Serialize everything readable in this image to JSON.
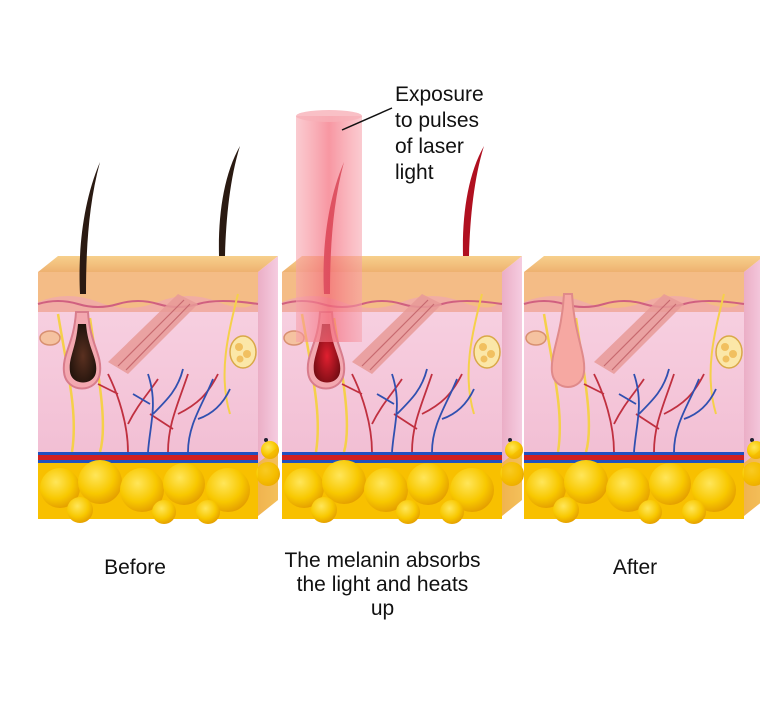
{
  "annotation": {
    "lines": [
      "Exposure",
      "to pulses",
      "of laser",
      "light"
    ]
  },
  "panels": [
    {
      "caption_lines": [
        "Before"
      ],
      "hair_state": "dark"
    },
    {
      "caption_lines": [
        "The melanin absorbs",
        "the light and heats",
        "up"
      ],
      "hair_state": "heated"
    },
    {
      "caption_lines": [
        "After"
      ],
      "hair_state": "removed"
    }
  ],
  "colors": {
    "epidermis_top": "#f3c07c",
    "epidermis_front": "#f6c38e",
    "dermis": "#f4c9d9",
    "dermis_side": "#edb4ca",
    "fat": "#f8c700",
    "fat_dark": "#e8a800",
    "hair_dark": "#2a1a12",
    "hair_heated": "#b01020",
    "laser_beam": "#f46a7a",
    "artery": "#d02020",
    "vein": "#2050c0"
  }
}
